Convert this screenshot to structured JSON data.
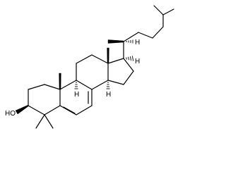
{
  "molecule": {
    "labels": {
      "hydroxyl": "HO",
      "h_c20": "H",
      "h_c17": "H",
      "h_c14": "H",
      "h_c9": "H"
    }
  }
}
